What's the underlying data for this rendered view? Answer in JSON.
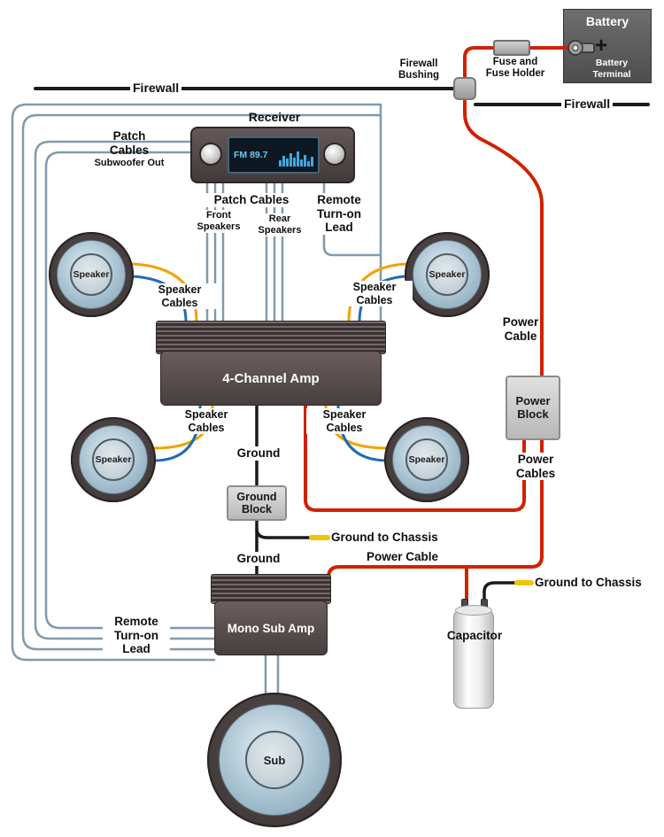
{
  "colors": {
    "power_cable": "#cf2200",
    "patch_cable": "#7f9aac",
    "speaker_wire_orange": "#f2a200",
    "speaker_wire_blue": "#1e6cb5",
    "ground_wire": "#1a1a1a",
    "chassis_tip": "#f0c400",
    "component_dark": "#4d4343",
    "block_gray": "#c9c9c9"
  },
  "battery": {
    "label": "Battery",
    "plus": "+",
    "terminal_label": "Battery\nTerminal"
  },
  "fuse": {
    "label": "Fuse and\nFuse Holder"
  },
  "bushing": {
    "label": "Firewall\nBushing"
  },
  "firewall": {
    "left": "Firewall",
    "right": "Firewall"
  },
  "receiver": {
    "label": "Receiver",
    "display_text": "FM 89.7"
  },
  "patch_left": {
    "title": "Patch\nCables",
    "subtitle": "Subwoofer Out"
  },
  "patch_bottom": {
    "title": "Patch Cables",
    "front": "Front\nSpeakers",
    "rear": "Rear\nSpeakers"
  },
  "remote_top": {
    "label": "Remote\nTurn-on\nLead"
  },
  "remote_bottom": {
    "label": "Remote\nTurn-on\nLead"
  },
  "speakers": [
    {
      "label": "Speaker"
    },
    {
      "label": "Speaker"
    },
    {
      "label": "Speaker"
    },
    {
      "label": "Speaker"
    }
  ],
  "speaker_cables": [
    {
      "label": "Speaker\nCables"
    },
    {
      "label": "Speaker\nCables"
    },
    {
      "label": "Speaker\nCables"
    },
    {
      "label": "Speaker\nCables"
    }
  ],
  "amp4": {
    "label": "4-Channel Amp"
  },
  "power": {
    "cable_right": "Power\nCable",
    "block": "Power\nBlock",
    "cables": "Power\nCables",
    "cable_bottom": "Power Cable"
  },
  "ground": {
    "top": "Ground",
    "block": "Ground\nBlock",
    "bottom": "Ground",
    "chassis_amp": "Ground to Chassis",
    "chassis_cap": "Ground to Chassis"
  },
  "mono_amp": {
    "label": "Mono Sub Amp"
  },
  "capacitor": {
    "label": "Capacitor"
  },
  "sub": {
    "label": "Sub"
  }
}
